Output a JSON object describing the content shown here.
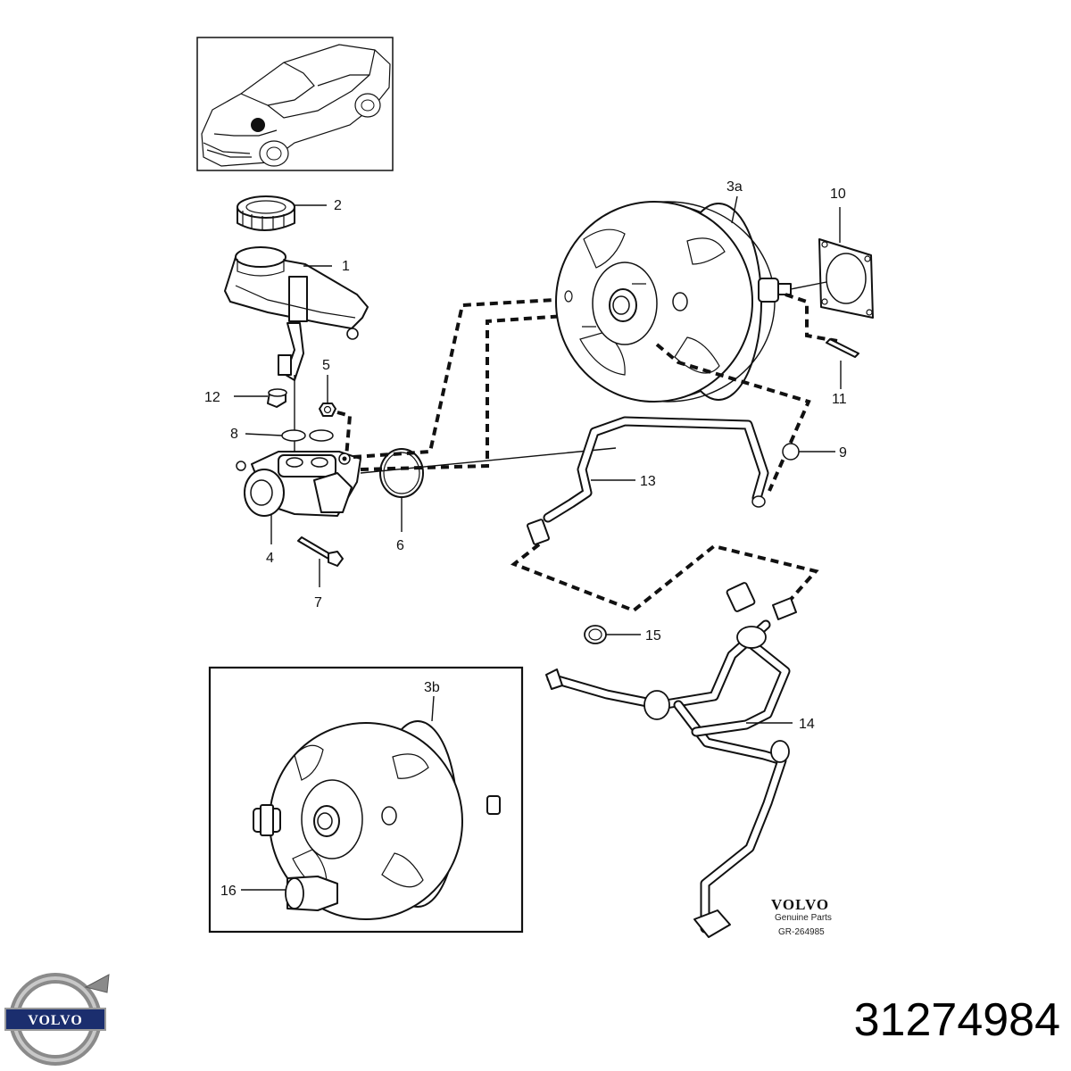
{
  "callouts": {
    "c1": "1",
    "c2": "2",
    "c3a": "3a",
    "c3b": "3b",
    "c4": "4",
    "c5": "5",
    "c6": "6",
    "c7": "7",
    "c8": "8",
    "c9": "9",
    "c10": "10",
    "c11": "11",
    "c12": "12",
    "c13": "13",
    "c14": "14",
    "c15": "15",
    "c16": "16"
  },
  "brand": {
    "name": "VOLVO",
    "subtitle": "Genuine Parts",
    "reference": "GR-264985"
  },
  "logo": {
    "text": "VOLVO"
  },
  "part_number": "31274984"
}
